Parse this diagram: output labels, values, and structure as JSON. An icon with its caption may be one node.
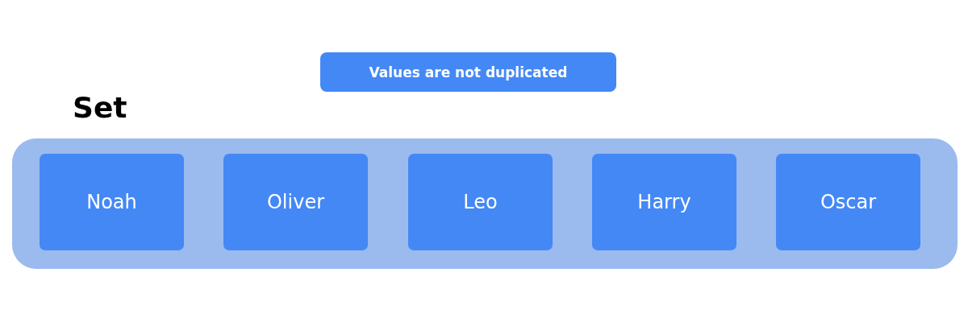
{
  "diagram": {
    "nodes": [
      {
        "text": [
          "Values are not duplicated"
        ]
      },
      {
        "text": [
          "Set"
        ]
      },
      {
        "text": [
          "Noah"
        ],
        "in": 1
      },
      {
        "text": [
          "Oliver"
        ],
        "in": 1
      },
      {
        "text": [
          "Leo"
        ],
        "in": 1
      },
      {
        "text": [
          "Harry"
        ],
        "in": 1
      },
      {
        "text": [
          "Oscar"
        ],
        "in": 1
      }
    ]
  }
}
